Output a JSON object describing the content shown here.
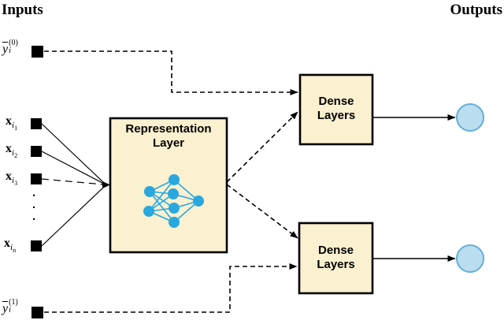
{
  "headings": {
    "left": "Inputs",
    "right": "Outputs"
  },
  "colors": {
    "box_fill": "#FBF0CF",
    "box_border": "#000000",
    "nn_blue": "#29A8E0",
    "output_fill": "#BADDF0",
    "output_stroke": "#63AFD8",
    "line": "#000000"
  },
  "inputs": {
    "y_top": {
      "base": "y",
      "sub": "i",
      "sup": "(0)"
    },
    "x_list": [
      {
        "base": "x",
        "sub": "i",
        "subsub": "1"
      },
      {
        "base": "x",
        "sub": "i",
        "subsub": "2"
      },
      {
        "base": "x",
        "sub": "i",
        "subsub": "3"
      },
      {
        "base": "x",
        "sub": "i",
        "subsub": "n"
      }
    ],
    "dot": "·",
    "y_bottom": {
      "base": "y",
      "sub": "i",
      "sup": "(1)"
    }
  },
  "boxes": {
    "representation": {
      "line1": "Representation",
      "line2": "Layer"
    },
    "dense_top": {
      "line1": "Dense",
      "line2": "Layers"
    },
    "dense_bottom": {
      "line1": "Dense",
      "line2": "Layers"
    }
  }
}
